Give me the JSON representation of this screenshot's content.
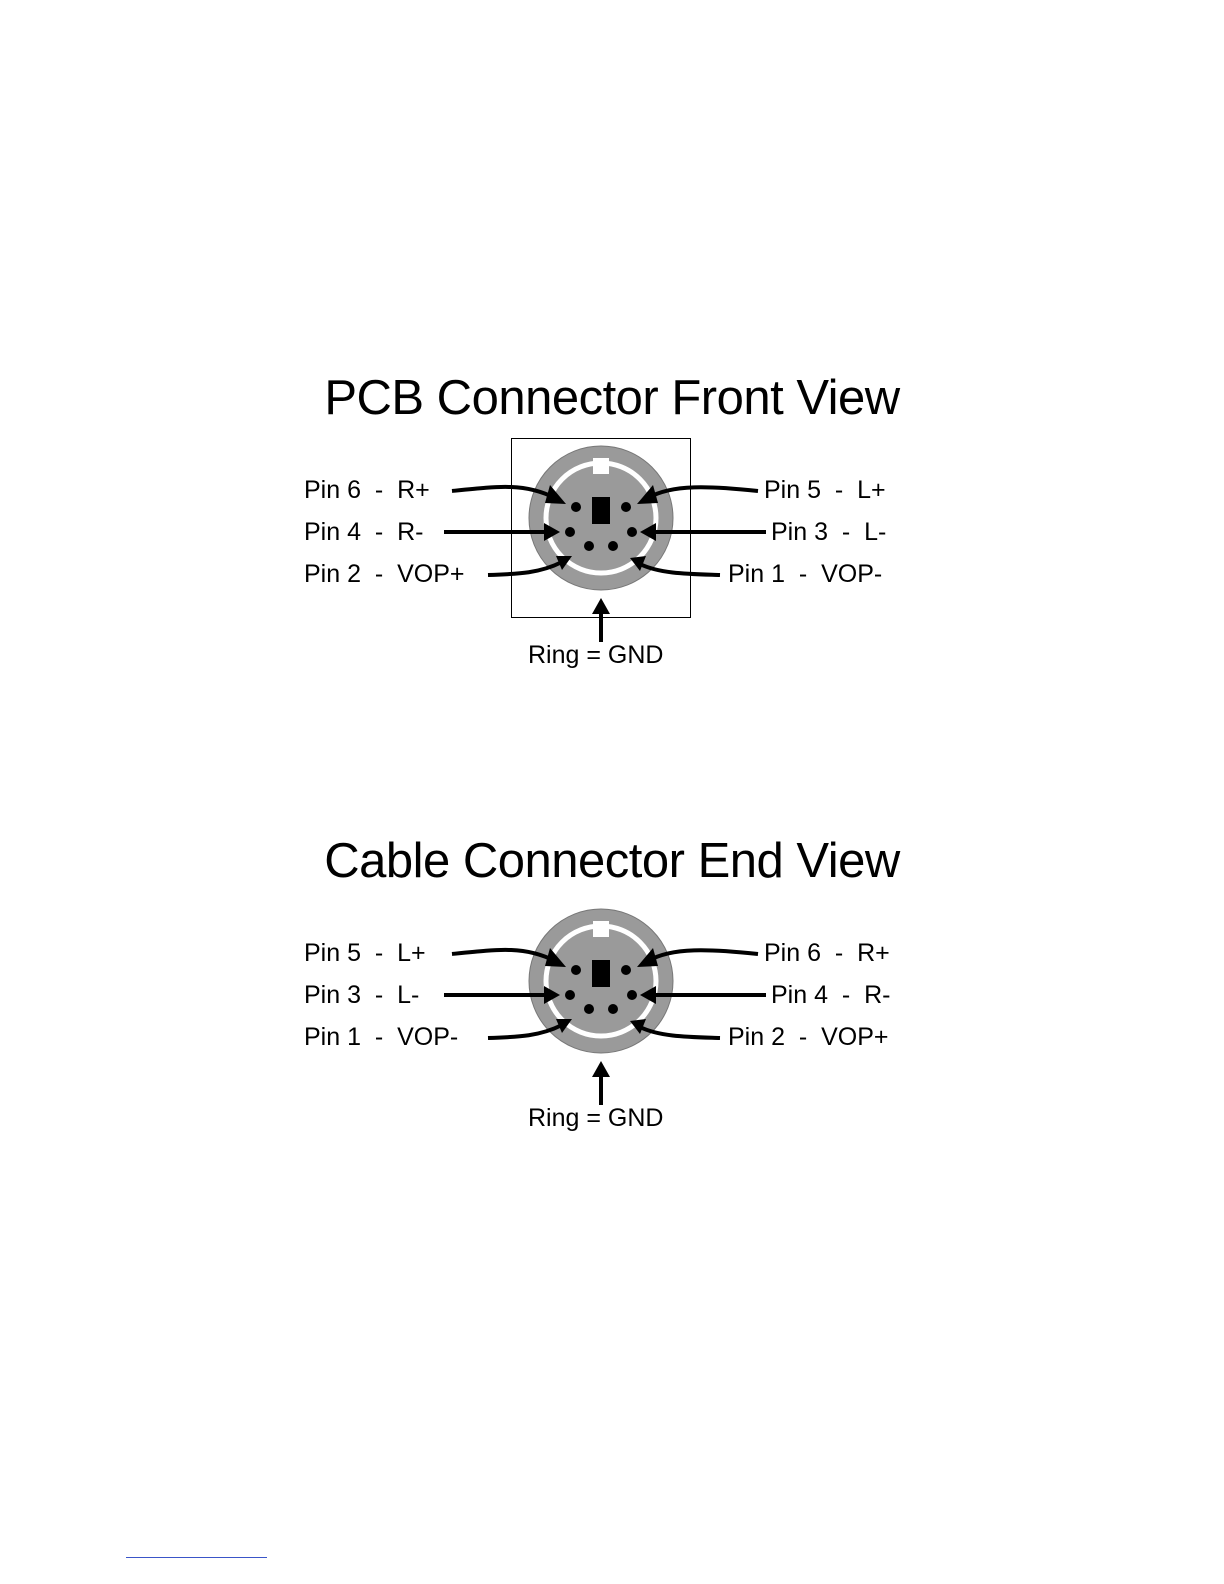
{
  "diagrams": [
    {
      "title": "PCB Connector Front View",
      "left_labels": [
        "Pin 6  -  R+",
        "Pin 4  -  R-",
        "Pin 2  -  VOP+"
      ],
      "right_labels": [
        "Pin 5  -  L+",
        "Pin 3  -  L-",
        "Pin 1  -  VOP-"
      ],
      "ring_label": "Ring = GND"
    },
    {
      "title": "Cable Connector End View",
      "left_labels": [
        "Pin 5  -  L+",
        "Pin 3  -  L-",
        "Pin 1  -  VOP-"
      ],
      "right_labels": [
        "Pin 6  -  R+",
        "Pin 4  -  R-",
        "Pin 2  -  VOP+"
      ],
      "ring_label": "Ring = GND"
    }
  ],
  "colors": {
    "connector_ring": "#9a9a9a",
    "connector_face": "#9a9a9a",
    "channel": "#ffffff",
    "pin": "#000000",
    "arrow": "#000000",
    "footer_line": "#3a55c8"
  }
}
